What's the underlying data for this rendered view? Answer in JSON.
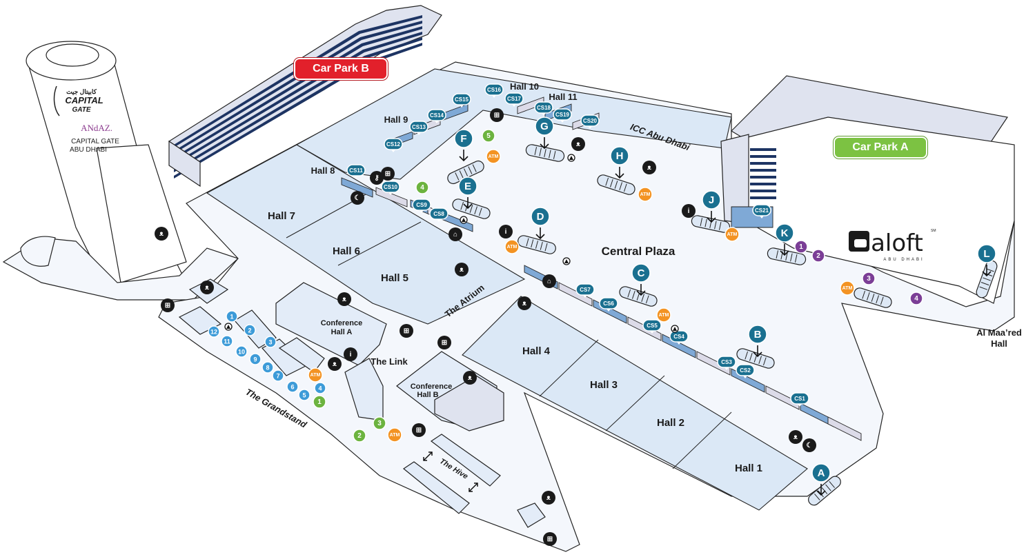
{
  "map": {
    "title": "ICC Abu Dhabi",
    "colors": {
      "entrance": "#1a7090",
      "conference_suite": "#1a7090",
      "green_marker": "#6cb33f",
      "blue_marker": "#3d9bd8",
      "purple_marker": "#7b3e96",
      "atm": "#f39323",
      "facility_icon": "#1a1a1a",
      "car_park_b": "#e2202b",
      "car_park_a": "#7cc242"
    },
    "car_parks": [
      {
        "id": "car-park-b",
        "label": "Car Park B"
      },
      {
        "id": "car-park-a",
        "label": "Car Park A"
      }
    ],
    "landmarks": {
      "capital_gate": {
        "arabic": "كابيتال جيت",
        "name_line1": "CAPITAL",
        "name_line2": "GATE",
        "andaz": "ANdAZ.",
        "sub_line1": "CAPITAL GATE",
        "sub_line2": "ABU DHABI"
      },
      "aloft": {
        "name": "aloft",
        "sm": "SM",
        "sub": "ABU DHABI"
      }
    },
    "halls": [
      {
        "id": "hall-1",
        "label": "Hall 1"
      },
      {
        "id": "hall-2",
        "label": "Hall 2"
      },
      {
        "id": "hall-3",
        "label": "Hall 3"
      },
      {
        "id": "hall-4",
        "label": "Hall 4"
      },
      {
        "id": "hall-5",
        "label": "Hall 5"
      },
      {
        "id": "hall-6",
        "label": "Hall 6"
      },
      {
        "id": "hall-7",
        "label": "Hall 7"
      },
      {
        "id": "hall-8",
        "label": "Hall 8"
      },
      {
        "id": "hall-9",
        "label": "Hall 9"
      },
      {
        "id": "hall-10",
        "label": "Hall 10"
      },
      {
        "id": "hall-11",
        "label": "Hall 11"
      }
    ],
    "areas": {
      "central_plaza": "Central Plaza",
      "icc": "ICC Abu Dhabi",
      "atrium": "The Atrium",
      "link": "The Link",
      "grandstand": "The Grandstand",
      "hive": "The Hive",
      "conf_a_line1": "Conference",
      "conf_a_line2": "Hall A",
      "conf_b_line1": "Conference",
      "conf_b_line2": "Hall B",
      "al_maared_line1": "Al Maa’red",
      "al_maared_line2": "Hall"
    },
    "entrances": [
      "A",
      "B",
      "C",
      "D",
      "E",
      "F",
      "G",
      "H",
      "J",
      "K",
      "L"
    ],
    "conference_suites": [
      "CS1",
      "CS2",
      "CS3",
      "CS4",
      "CS5",
      "CS6",
      "CS7",
      "CS8",
      "CS9",
      "CS10",
      "CS11",
      "CS12",
      "CS13",
      "CS14",
      "CS15",
      "CS16",
      "CS17",
      "CS18",
      "CS19",
      "CS20",
      "CS21"
    ],
    "green_markers": [
      "1",
      "2",
      "3",
      "4",
      "5"
    ],
    "blue_markers": [
      "1",
      "2",
      "3",
      "4",
      "5",
      "6",
      "7",
      "8",
      "9",
      "10",
      "11",
      "12"
    ],
    "purple_markers": [
      "1",
      "2",
      "3",
      "4"
    ],
    "atm_label": "ATM",
    "icon_types": [
      "restroom-icon",
      "lift-icon",
      "info-icon",
      "prayer-icon",
      "first-aid-icon",
      "key-icon",
      "mosque-icon",
      "north-arrow-icon",
      "escalator-icon"
    ]
  }
}
